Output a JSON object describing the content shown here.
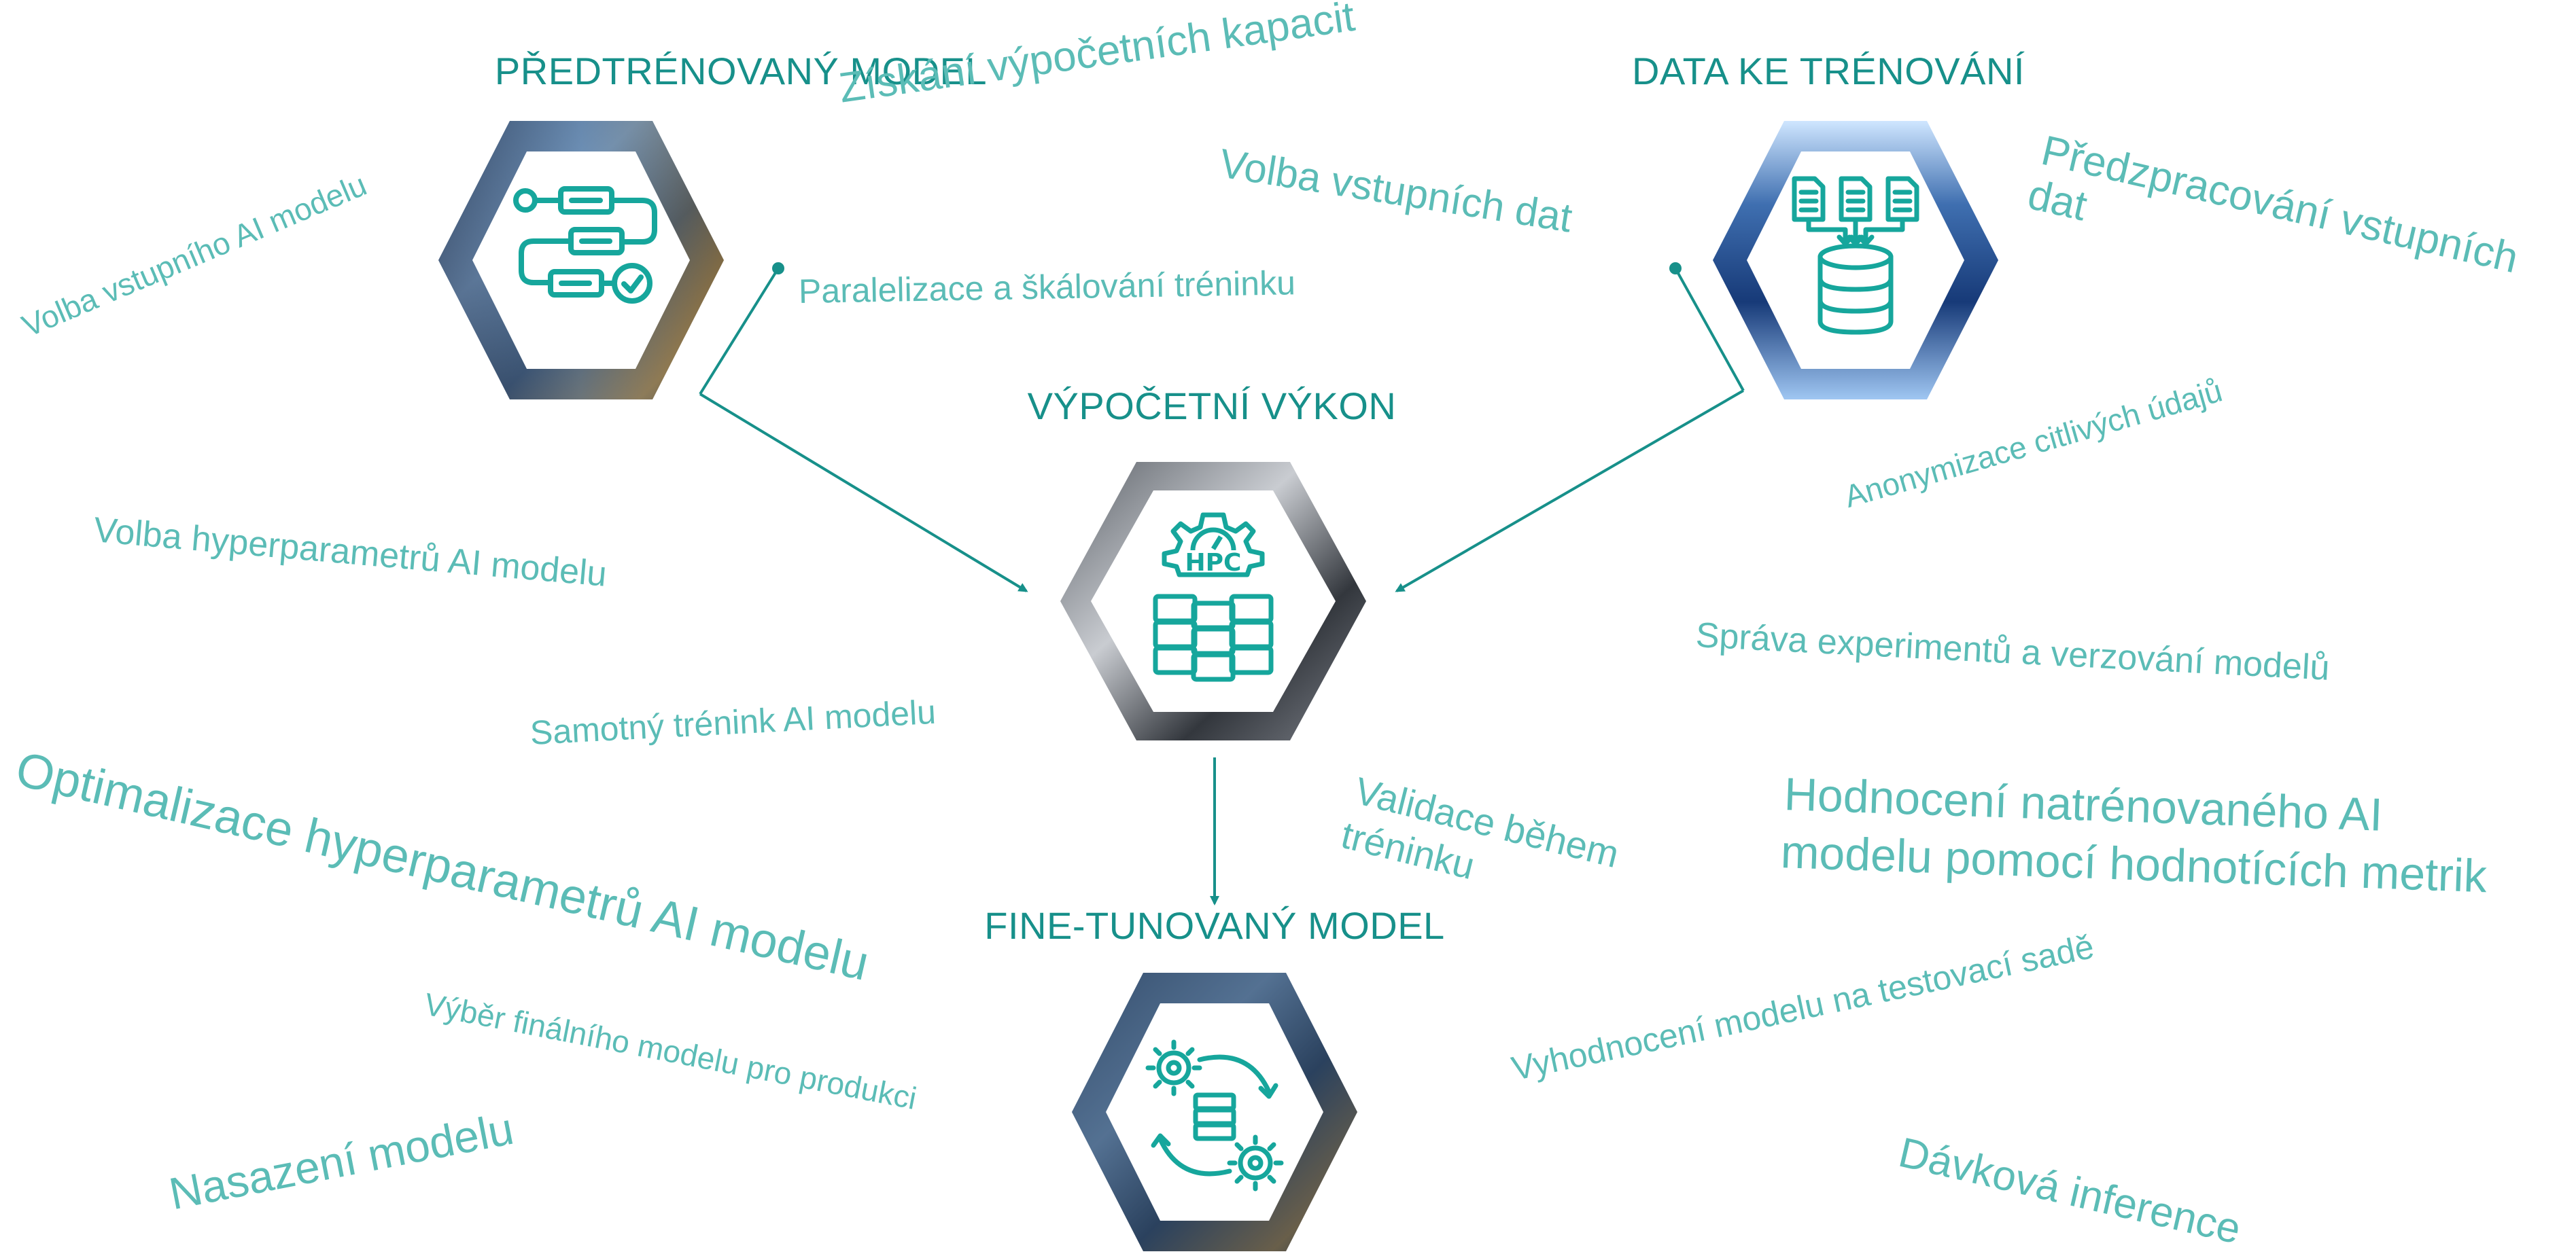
{
  "colors": {
    "accent": "#17908a",
    "phrase": "#5bbcb6",
    "icon": "#16a69c"
  },
  "nodes": {
    "pretrained": {
      "title": "PŘEDTRÉNOVANÝ MODEL",
      "icon": "workflow-checklist-icon"
    },
    "training_data": {
      "title": "DATA KE TRÉNOVÁNÍ",
      "icon": "documents-database-icon"
    },
    "compute": {
      "title": "VÝPOČETNÍ VÝKON",
      "icon": "hpc-server-icon",
      "icon_text": "HPC"
    },
    "finetuned": {
      "title": "FINE-TUNOVANÝ MODEL",
      "icon": "server-gears-cycle-icon"
    }
  },
  "phrases": {
    "p1": "Získání výpočetních kapacit",
    "p2": "Volba vstupních dat",
    "p3": "Předzpracování vstupních",
    "p3b": "dat",
    "p4": "Volba vstupního AI modelu",
    "p5": "Paralelizace a škálování tréninku",
    "p6": "Anonymizace citlivých údajů",
    "p7": "Volba hyperparametrů AI modelu",
    "p8": "Správa experimentů a verzování modelů",
    "p9": "Samotný trénink AI modelu",
    "p10": "Validace během",
    "p10b": "tréninku",
    "p11": "Hodnocení natrénovaného AI",
    "p11b": "modelu pomocí hodnotících metrik",
    "p12": "Optimalizace hyperparametrů AI modelu",
    "p13": "Výběr finálního modelu pro produkci",
    "p14": "Vyhodnocení modelu na testovací sadě",
    "p15": "Nasazení modelu",
    "p16": "Dávková inference"
  }
}
